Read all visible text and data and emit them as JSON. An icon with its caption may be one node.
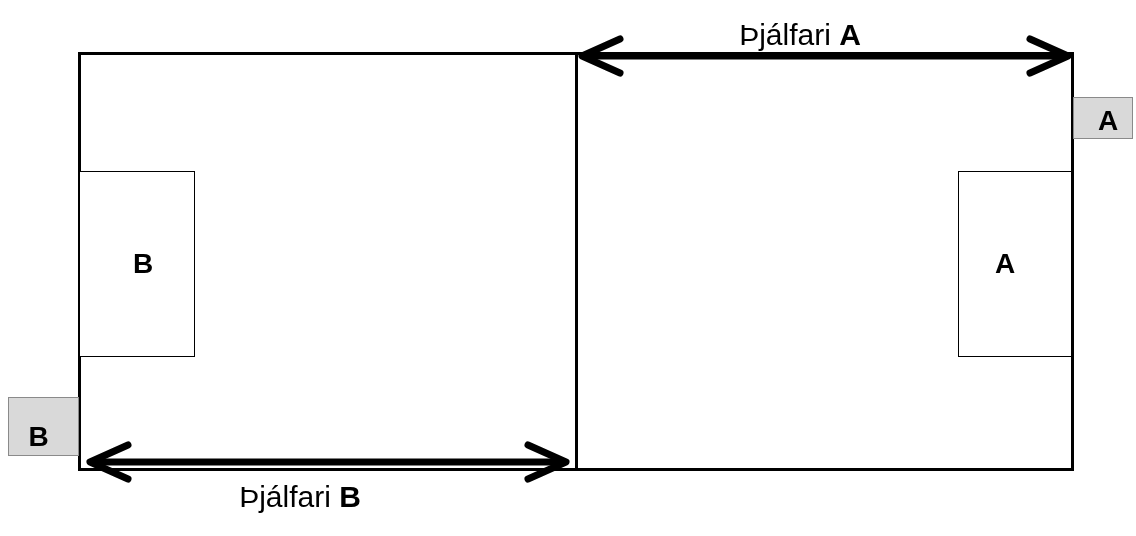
{
  "diagram": {
    "nodes": [
      {
        "text": [],
        "shape": "box"
      },
      {
        "text": [],
        "shape": "box"
      },
      {
        "text": [
          "A"
        ]
      },
      {
        "text": [
          "B"
        ],
        "in": 0
      },
      {
        "text": [
          "A"
        ],
        "in": 1
      },
      {
        "text": [
          "B"
        ]
      }
    ],
    "labels": [
      "Þjálfari **A**",
      "Þjálfari **B**"
    ]
  }
}
